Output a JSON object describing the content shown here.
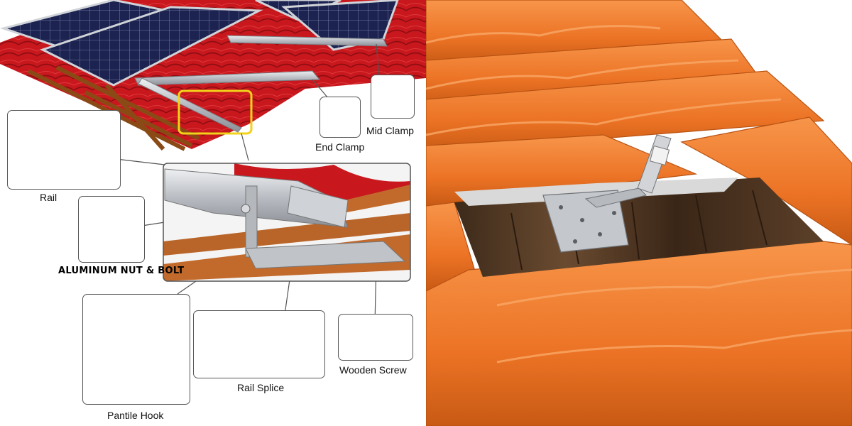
{
  "labels": {
    "rail": "Rail",
    "aluminum_nut_bolt": "ALUMINUM NUT & BOLT",
    "end_clamp": "End Clamp",
    "mid_clamp": "Mid Clamp",
    "pantile_hook": "Pantile Hook",
    "rail_splice": "Rail Splice",
    "wooden_screw": "Wooden Screw"
  },
  "colors": {
    "tile_red": "#c8181e",
    "tile_orange": "#f07a2a",
    "panel_blue": "#1c2350",
    "wood": "#a0571e",
    "highlight": "#f2d21a",
    "aluminum": "#c9ccd0"
  }
}
